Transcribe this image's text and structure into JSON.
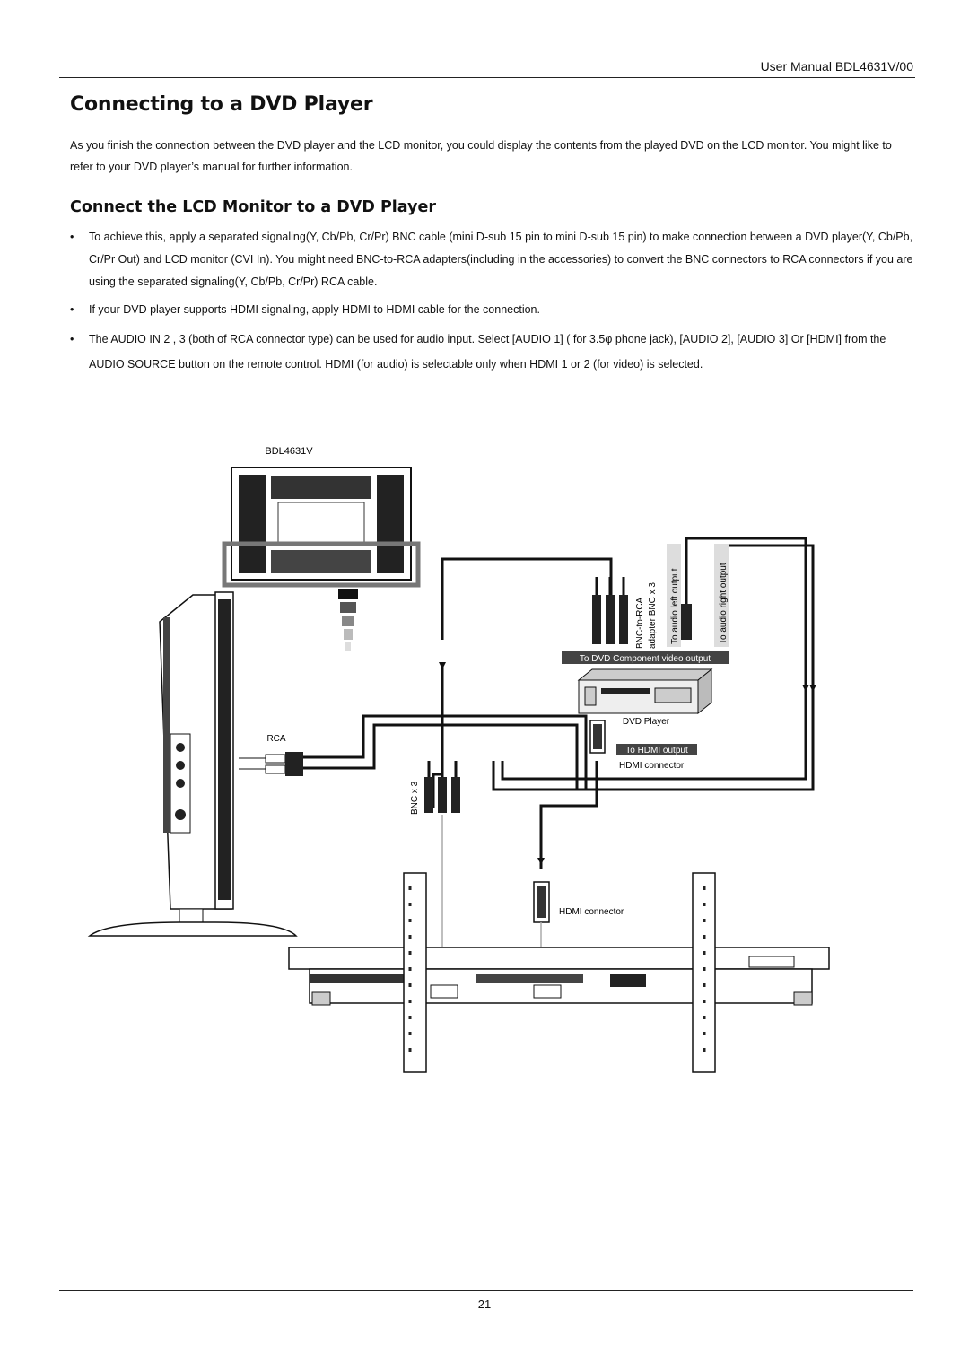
{
  "header": {
    "manual_label": "User Manual BDL4631V/00"
  },
  "title": "Connecting to a DVD Player",
  "intro": "As you finish the connection between the DVD player and the LCD monitor, you could display the contents from the played DVD on the LCD monitor. You might like to refer to your DVD player’s manual for further information.",
  "section_title": "Connect the LCD Monitor to a DVD Player",
  "bullets": [
    "To achieve this, apply a separated signaling(Y, Cb/Pb, Cr/Pr) BNC cable (mini D-sub 15 pin to mini D-sub 15 pin) to make connection between a DVD player(Y, Cb/Pb, Cr/Pr Out) and LCD monitor (CVI In). You might need BNC-to-RCA adapters(including in the accessories) to convert the BNC connectors to RCA connectors if you are using the separated signaling(Y, Cb/Pb, Cr/Pr) RCA cable.",
    "If your DVD player supports HDMI signaling, apply HDMI to HDMI cable for the connection.",
    "The AUDIO IN 2 , 3 (both of RCA connector type) can be used for audio input.   Select [AUDIO 1] ( for 3.5φ phone jack), [AUDIO 2], [AUDIO 3] Or [HDMI] from the AUDIO SOURCE button on the remote control.   HDMI (for audio) is selectable only when HDMI 1 or 2 (for video) is selected."
  ],
  "figure": {
    "model_label": "BDL4631V",
    "rca_label": "RCA",
    "bnc_label": "BNC x 3",
    "bnc_rca_label": "BNC-to-RCA",
    "adapter_label": "adapter BNC x 3",
    "audio_left_label": "To audio left output",
    "audio_right_label": "To audio right output",
    "component_label": "To DVD Component video output",
    "dvd_player_label": "DVD Player",
    "hdmi_output_label": "To HDMI output",
    "hdmi_connector_label_top": "HDMI connector",
    "hdmi_connector_label_bottom": "HDMI connector"
  },
  "footer": {
    "page_number": "21"
  }
}
